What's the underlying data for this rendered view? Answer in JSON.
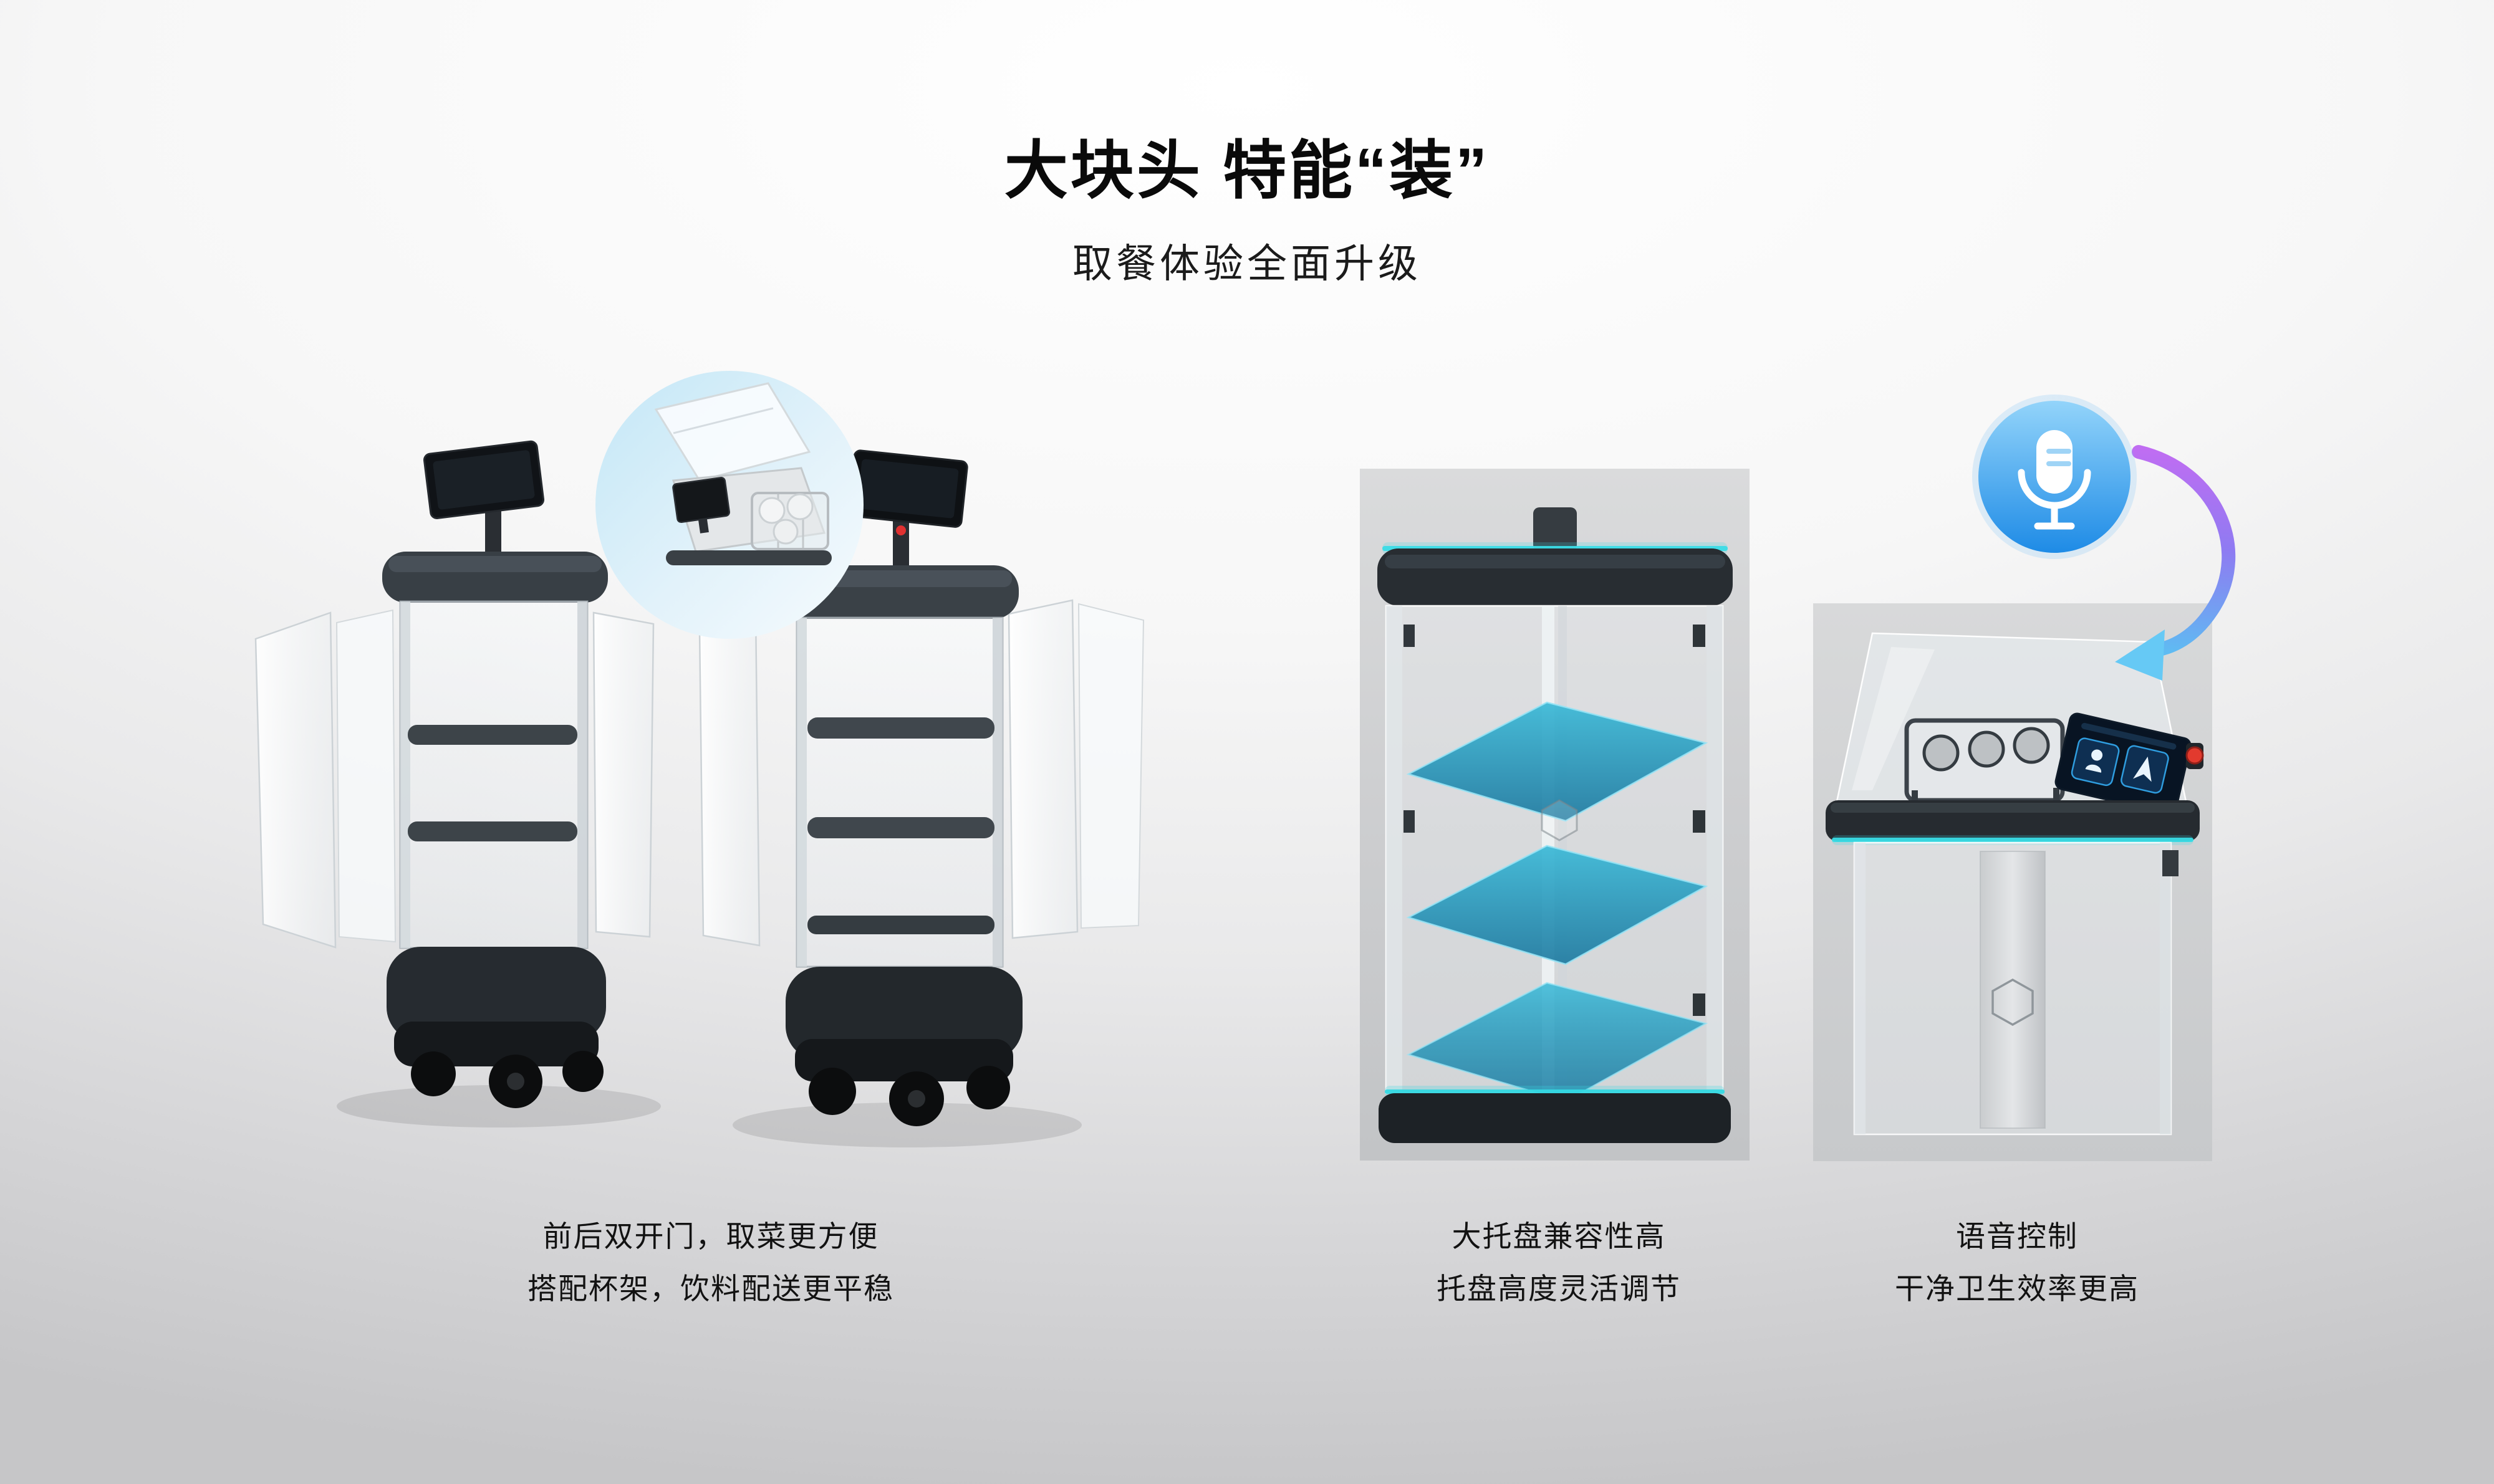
{
  "header": {
    "title": "大块头 特能“装”",
    "subtitle": "取餐体验全面升级"
  },
  "features": [
    {
      "id": "double-doors",
      "media": "robots-front-rear-doors-open",
      "inset": "cup-holder-tray-inset",
      "caption_line1": "前后双开门，取菜更方便",
      "caption_line2": "搭配杯架，饮料配送更平稳"
    },
    {
      "id": "large-trays",
      "media": "cabin-with-teal-adjustable-trays",
      "caption_line1": "大托盘兼容性高",
      "caption_line2": "托盘高度灵活调节"
    },
    {
      "id": "voice-control",
      "media": "robot-top-screen-with-voice",
      "icon": "microphone-icon",
      "caption_line1": "语音控制",
      "caption_line2": "干净卫生效率更高"
    }
  ],
  "colors": {
    "accent_teal": "#3ADCE6",
    "tray_teal": "#2BA6C9",
    "mic_blue_top": "#93D4FA",
    "mic_blue_bottom": "#1E8BE6",
    "arrow_purple": "#C06DF2",
    "arrow_blue": "#5BC0F2",
    "robot_dark": "#262B30"
  }
}
